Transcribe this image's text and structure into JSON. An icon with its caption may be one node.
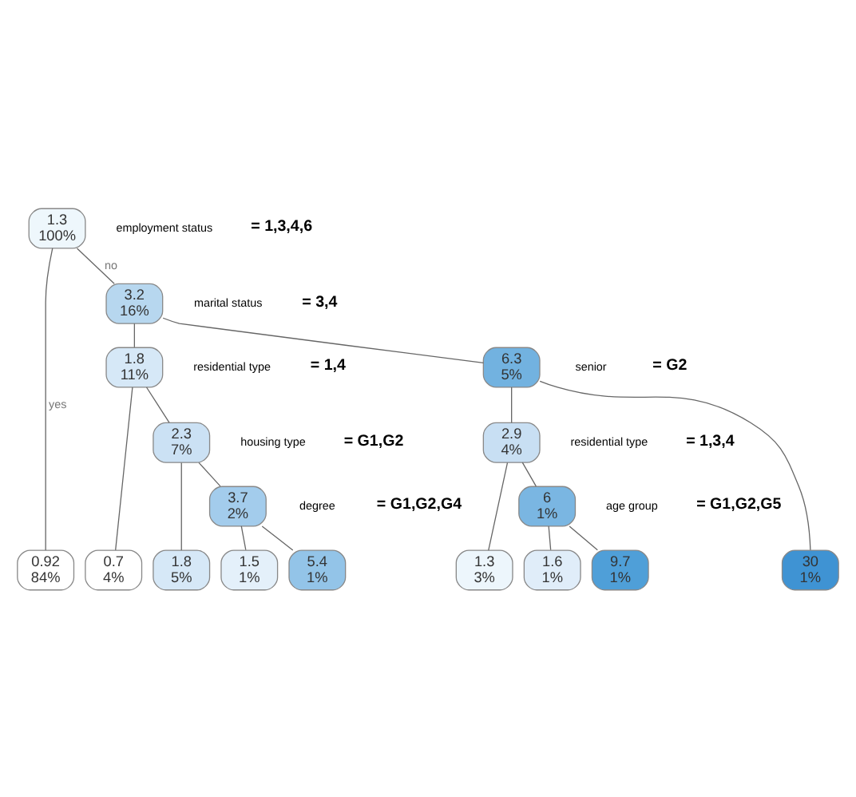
{
  "diagram": {
    "nodes": [
      {
        "text": [
          "1.3",
          "100%"
        ]
      },
      {
        "text": [
          "3.2",
          "16%"
        ]
      },
      {
        "text": [
          "1.8",
          "11%"
        ]
      },
      {
        "text": [
          "6.3",
          "5%"
        ]
      },
      {
        "text": [
          "2.3",
          "7%"
        ]
      },
      {
        "text": [
          "2.9",
          "4%"
        ]
      },
      {
        "text": [
          "3.7",
          "2%"
        ]
      },
      {
        "text": [
          "6",
          "1%"
        ]
      },
      {
        "text": [
          "0.92",
          "84%"
        ]
      },
      {
        "text": [
          "0.7",
          "4%"
        ]
      },
      {
        "text": [
          "1.8",
          "5%"
        ]
      },
      {
        "text": [
          "1.5",
          "1%"
        ]
      },
      {
        "text": [
          "5.4",
          "1%"
        ]
      },
      {
        "text": [
          "1.3",
          "3%"
        ]
      },
      {
        "text": [
          "1.6",
          "1%"
        ]
      },
      {
        "text": [
          "9.7",
          "1%"
        ]
      },
      {
        "text": [
          "30",
          "1%"
        ]
      }
    ],
    "edges": [
      {
        "from": 0,
        "to": 8,
        "arrow": "none",
        "label": "yes"
      },
      {
        "from": 0,
        "to": 1,
        "arrow": "none",
        "label": "no"
      },
      {
        "from": 1,
        "to": 2,
        "arrow": "none"
      },
      {
        "from": 1,
        "to": 3,
        "arrow": "none"
      },
      {
        "from": 2,
        "to": 9,
        "arrow": "none"
      },
      {
        "from": 2,
        "to": 4,
        "arrow": "none"
      },
      {
        "from": 3,
        "to": 5,
        "arrow": "none"
      },
      {
        "from": 3,
        "to": 16,
        "arrow": "none"
      },
      {
        "from": 4,
        "to": 10,
        "arrow": "none"
      },
      {
        "from": 4,
        "to": 6,
        "arrow": "none"
      },
      {
        "from": 5,
        "to": 13,
        "arrow": "none"
      },
      {
        "from": 5,
        "to": 7,
        "arrow": "none"
      },
      {
        "from": 6,
        "to": 11,
        "arrow": "none"
      },
      {
        "from": 6,
        "to": 12,
        "arrow": "none"
      },
      {
        "from": 7,
        "to": 14,
        "arrow": "none"
      },
      {
        "from": 7,
        "to": 15,
        "arrow": "none"
      }
    ],
    "labels": [
      "employment status",
      "= 1,3,4,6",
      "marital status",
      "= 3,4",
      "residential type",
      "= 1,4",
      "senior",
      "= G2",
      "housing type",
      "= G1,G2",
      "residential type",
      "= 1,3,4",
      "degree",
      "= G1,G2,G4",
      "age group",
      "= G1,G2,G5"
    ]
  }
}
